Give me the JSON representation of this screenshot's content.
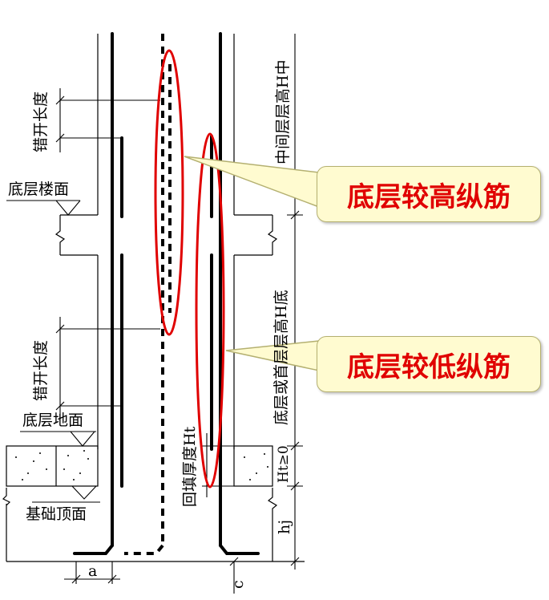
{
  "labels": {
    "stagger_length_top": "错开长度",
    "stagger_length_bottom": "错开长度",
    "ground_floor_slab": "底层楼面",
    "ground_floor_surface": "底层地面",
    "foundation_top": "基础顶面",
    "middle_floor_height": "中间层层高H中",
    "ground_floor_height": "底层或首层层高H底",
    "backfill_thickness": "回填厚度Ht",
    "ht_ge_zero": "Ht≥0",
    "hj": "hj",
    "dim_a": "a",
    "dim_c": "c"
  },
  "callouts": {
    "higher_bars": "底层较高纵筋",
    "lower_bars": "底层较低纵筋"
  },
  "colors": {
    "callout_text": "#e00000",
    "callout_fill": "#fffbd0",
    "highlight_ellipse": "#e00000",
    "lines": "#000000"
  }
}
